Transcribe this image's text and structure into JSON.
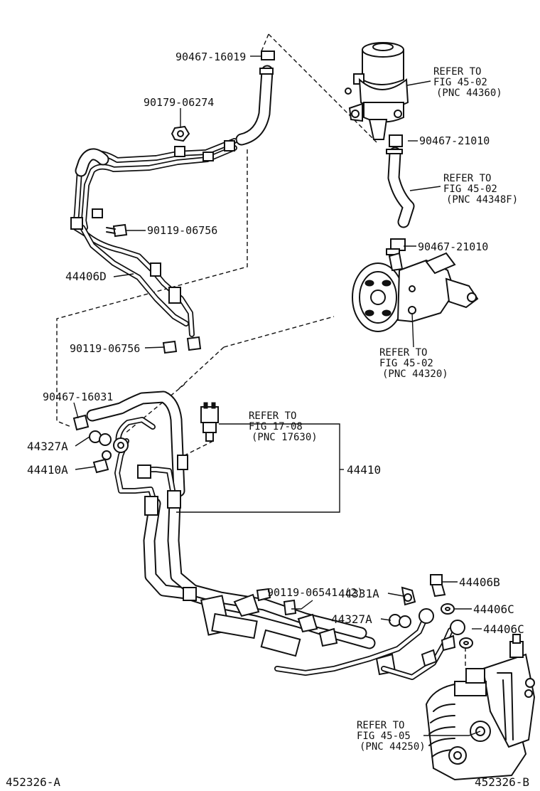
{
  "labels": {
    "p_90467_16019": "90467-16019",
    "p_90179_06274": "90179-06274",
    "p_90119_06756_a": "90119-06756",
    "p_44406D": "44406D",
    "p_90119_06756_b": "90119-06756",
    "p_90467_16031": "90467-16031",
    "p_44327A_top": "44327A",
    "p_44410A": "44410A",
    "p_44410": "44410",
    "p_90467_21010_a": "90467-21010",
    "p_90467_21010_b": "90467-21010",
    "p_90119_06541": "90119-06541 (2)",
    "p_44331A": "44331A",
    "p_44327A_bot": "44327A",
    "p_44406B": "44406B",
    "p_44406C_a": "44406C",
    "p_44406C_b": "44406C"
  },
  "references": {
    "reservoir": {
      "line1": "REFER TO",
      "line2": "FIG 45-02",
      "line3": "(PNC 44360)"
    },
    "hose": {
      "line1": "REFER TO",
      "line2": "FIG 45-02",
      "line3": "(PNC 44348F)"
    },
    "pump": {
      "line1": "REFER TO",
      "line2": "FIG 45-02",
      "line3": "(PNC 44320)"
    },
    "switch": {
      "line1": "REFER TO",
      "line2": "FIG 17-08",
      "line3": "(PNC 17630)"
    },
    "gear": {
      "line1": "REFER TO",
      "line2": "FIG 45-05",
      "line3": "(PNC 44250)"
    }
  },
  "footer": {
    "left_code": "452326-A",
    "right_code": "452326-B"
  }
}
